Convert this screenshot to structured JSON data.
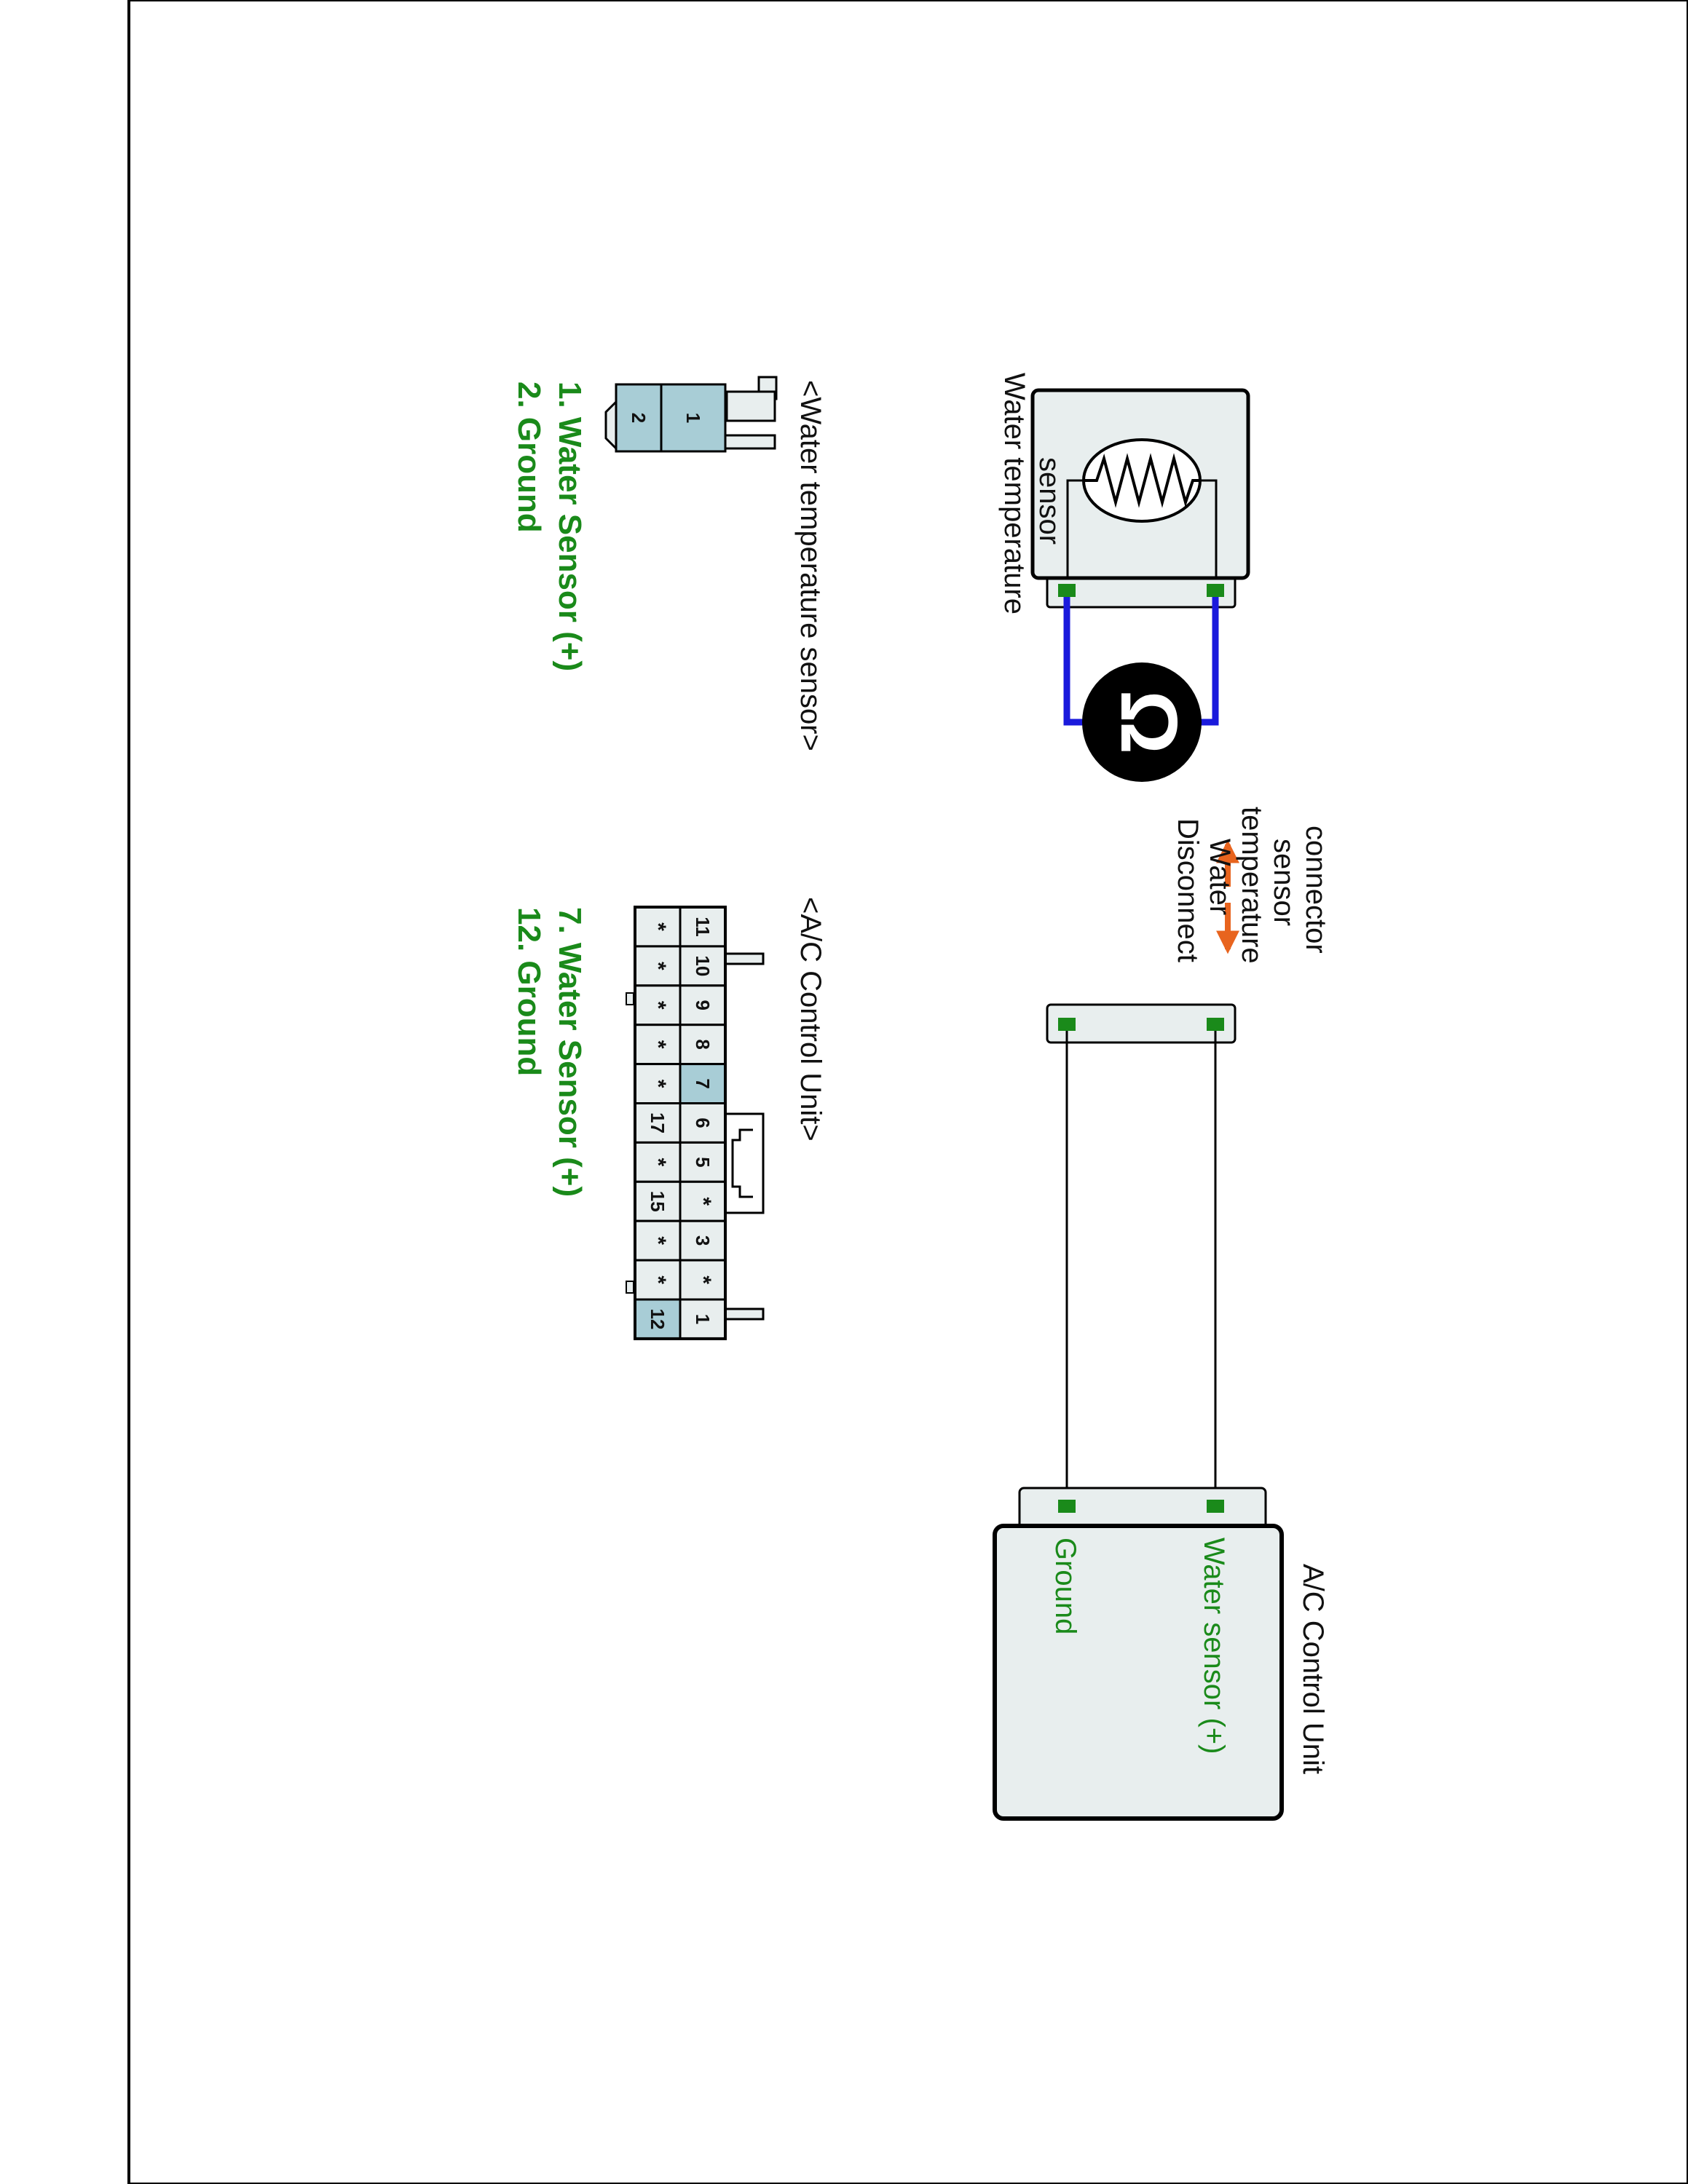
{
  "colors": {
    "panel_fill": "#e8eeee",
    "pin_highlight": "#a8cdd6",
    "pin_default": "#e8eeee",
    "terminal_green": "#1a8a1a",
    "label_green": "#1a8a1a",
    "probe_wire": "#1a1adc",
    "arrow_orange": "#e8641e",
    "ohmmeter": "#000000"
  },
  "sensor": {
    "name_line1": "Water temperature",
    "name_line2": "sensor",
    "icon": "thermistor-icon"
  },
  "ohmmeter": {
    "symbol": "Ω",
    "icon": "ohmmeter-icon"
  },
  "disconnect": {
    "lines": [
      "Disconnect",
      "Water",
      "temperature",
      "sensor",
      "connector"
    ],
    "icon": "double-arrow-icon"
  },
  "control_unit": {
    "title": "A/C Control Unit",
    "pin_water": "Water sensor (+)",
    "pin_ground": "Ground"
  },
  "sensor_connector": {
    "title": "<Water temperature sensor>",
    "pins": [
      "1",
      "2"
    ],
    "legend": [
      "1. Water Sensor (+)",
      "2. Ground"
    ]
  },
  "acu_connector": {
    "title": "<A/C Control Unit>",
    "top_row": [
      {
        "label": "11",
        "hl": false
      },
      {
        "label": "10",
        "hl": false
      },
      {
        "label": "9",
        "hl": false
      },
      {
        "label": "8",
        "hl": false
      },
      {
        "label": "7",
        "hl": true
      },
      {
        "label": "6",
        "hl": false
      },
      {
        "label": "5",
        "hl": false
      },
      {
        "label": "*",
        "hl": false
      },
      {
        "label": "3",
        "hl": false
      },
      {
        "label": "*",
        "hl": false
      },
      {
        "label": "1",
        "hl": false
      }
    ],
    "bottom_row": [
      {
        "label": "*",
        "hl": false
      },
      {
        "label": "*",
        "hl": false
      },
      {
        "label": "*",
        "hl": false
      },
      {
        "label": "*",
        "hl": false
      },
      {
        "label": "*",
        "hl": false
      },
      {
        "label": "17",
        "hl": false
      },
      {
        "label": "*",
        "hl": false
      },
      {
        "label": "15",
        "hl": false
      },
      {
        "label": "*",
        "hl": false
      },
      {
        "label": "*",
        "hl": false
      },
      {
        "label": "12",
        "hl": true
      }
    ],
    "legend": [
      "7. Water Sensor (+)",
      "12. Ground"
    ]
  }
}
